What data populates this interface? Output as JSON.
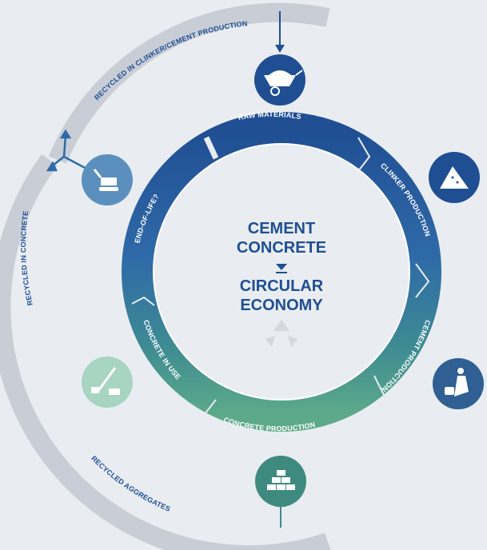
{
  "outer_flows": {
    "clinker_cement": "RECYCLED IN CLINKER/CEMENT PRODUCTION",
    "concrete": "RECYCLED IN CONCRETE",
    "aggregates": "RECYCLED AGGREGATES"
  },
  "segments": {
    "raw_materials": "RAW MATERIALS",
    "clinker_production": "CLINKER PRODUCTION",
    "cement_production": "CEMENT PRODUCTION",
    "concrete_production": "CONCRETE PRODUCTION",
    "concrete_in_use": "CONCRETE IN USE",
    "end_of_life": "END-OF-LIFE?"
  },
  "center": {
    "line1": "CEMENT",
    "line2": "CONCRETE",
    "line3": "CIRCULAR",
    "line4": "ECONOMY"
  },
  "colors": {
    "dark_blue": "#1f4e93",
    "mid_blue": "#2f6aa8",
    "teal": "#3f8a93",
    "green": "#5daa8a",
    "light_green": "#9fcfb8",
    "grey_band": "#c9ced6"
  },
  "icons": {
    "raw_materials": "wheelbarrow-icon",
    "clinker": "pile-icon",
    "cement": "worker-bag-icon",
    "concrete": "bricks-icon",
    "in_use": "crane-icon",
    "end_of_life": "excavator-icon",
    "center": "recycle-icon"
  }
}
